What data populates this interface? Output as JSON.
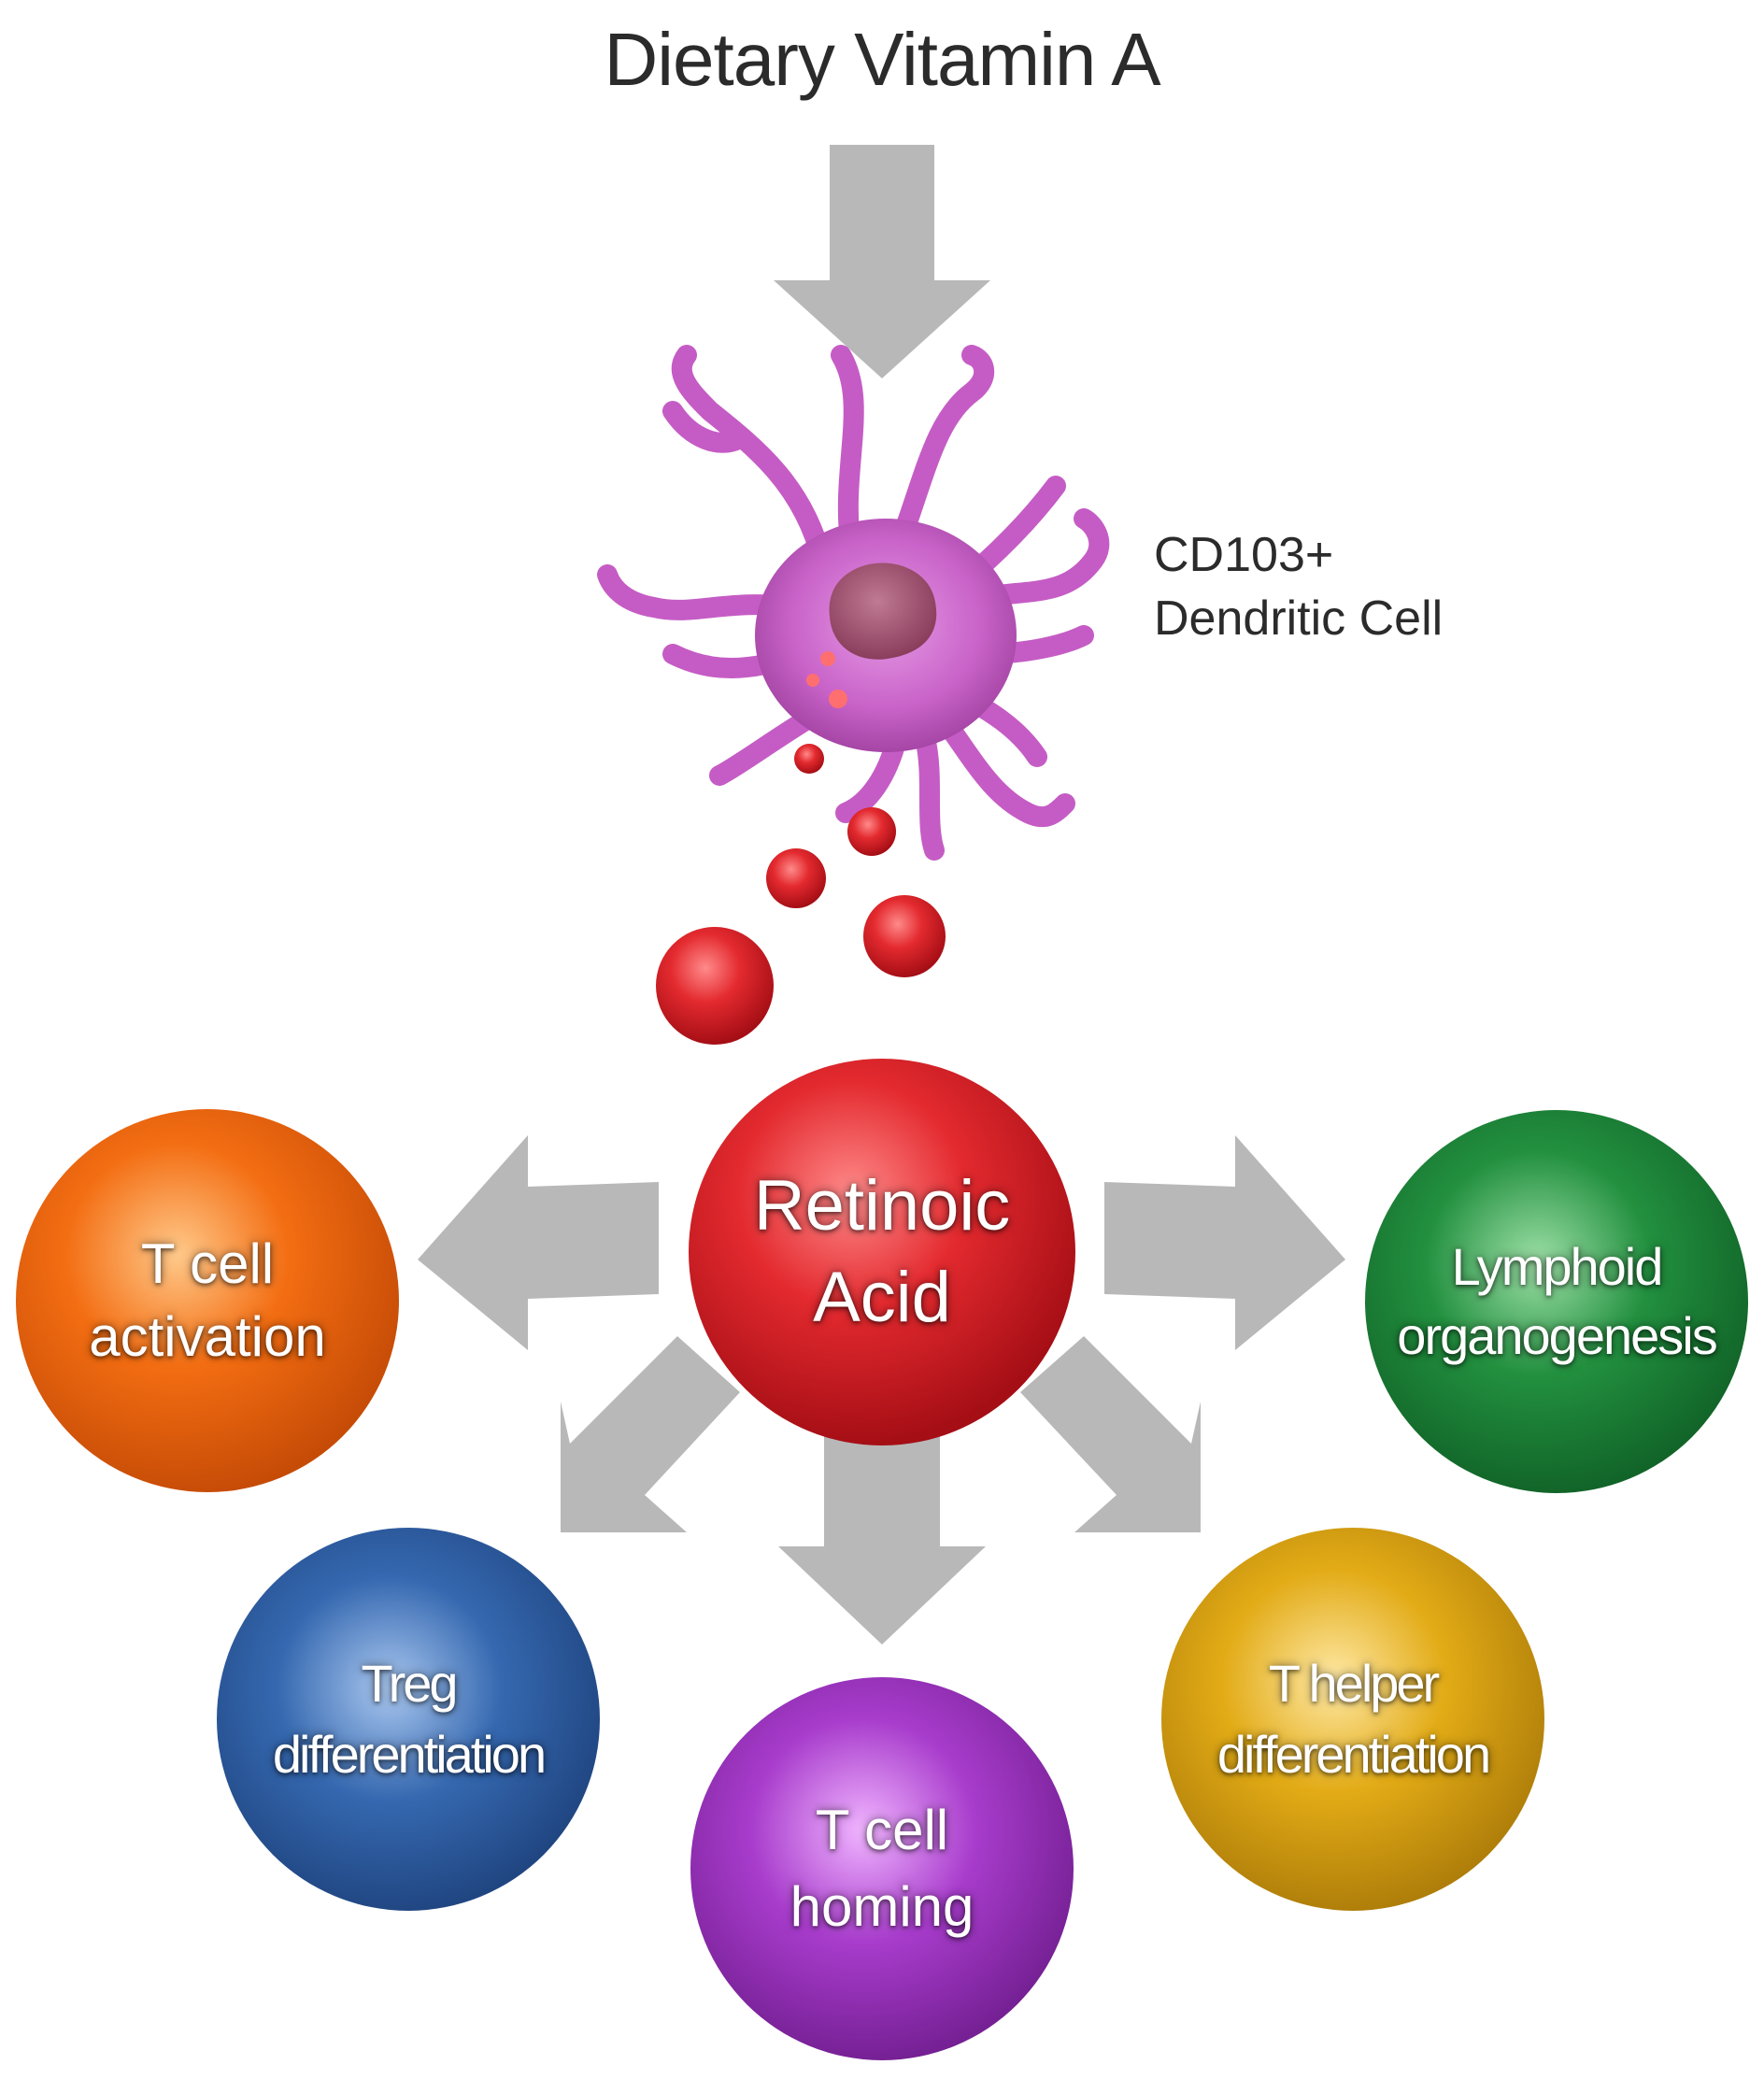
{
  "title": "Dietary Vitamin A",
  "cell": {
    "line1": "CD103+",
    "line2": "Dendritic Cell"
  },
  "center": {
    "line1": "Retinoic",
    "line2": "Acid",
    "color": "#e0222b"
  },
  "outcomes": {
    "t_cell_activation": {
      "line1": "T cell",
      "line2": "activation",
      "color": "#f26a12"
    },
    "lymphoid_organogenesis": {
      "line1": "Lymphoid",
      "line2": "organogenesis",
      "color": "#1e8a3c"
    },
    "treg_differentiation": {
      "line1": "Treg",
      "line2": "differentiation",
      "color": "#2f62a8"
    },
    "t_cell_homing": {
      "line1": "T cell",
      "line2": "homing",
      "color": "#a436c8"
    },
    "t_helper_differentiation": {
      "line1": "T helper",
      "line2": "differentiation",
      "color": "#e0aa14"
    }
  },
  "colors": {
    "arrow": "#b8b8b8",
    "cell_body": "#cf6fcf",
    "nucleus": "#a0506e"
  }
}
